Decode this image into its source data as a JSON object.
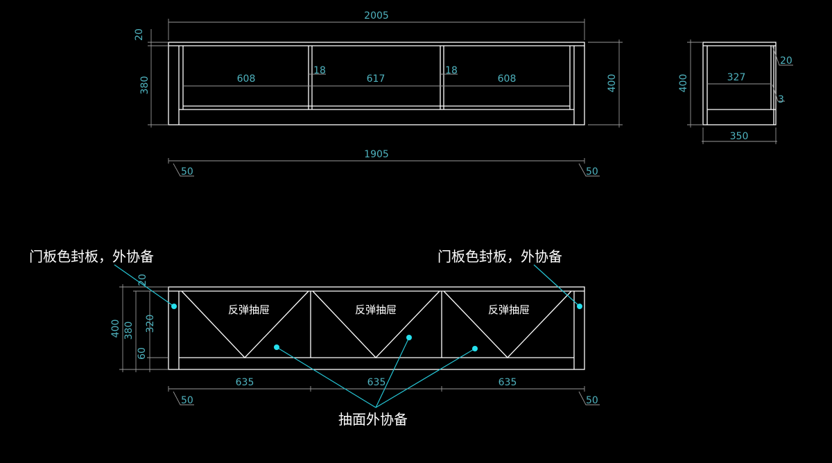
{
  "front_view": {
    "overall_width": "2005",
    "top_thickness": "20",
    "inner_height": "380",
    "outer_height": "400",
    "bay_left": "608",
    "divider_left": "18",
    "bay_middle": "617",
    "divider_right": "18",
    "bay_right": "608",
    "base_width": "1905",
    "offset_left": "50",
    "offset_right": "50"
  },
  "side_view": {
    "height": "400",
    "inner_depth": "327",
    "top_thickness": "20",
    "gap": "3",
    "depth": "350"
  },
  "drawer_view": {
    "height_total": "400",
    "height_inner": "380",
    "height_drawer": "320",
    "plinth": "60",
    "top_thickness": "20",
    "drawer_width_1": "635",
    "drawer_width_2": "635",
    "drawer_width_3": "635",
    "offset_left": "50",
    "offset_right": "50",
    "drawer_label_1": "反弹抽屉",
    "drawer_label_2": "反弹抽屉",
    "drawer_label_3": "反弹抽屉"
  },
  "notes": {
    "panel_note_left": "门板色封板，外协备",
    "panel_note_right": "门板色封板，外协备",
    "drawer_front_note": "抽面外协备"
  }
}
